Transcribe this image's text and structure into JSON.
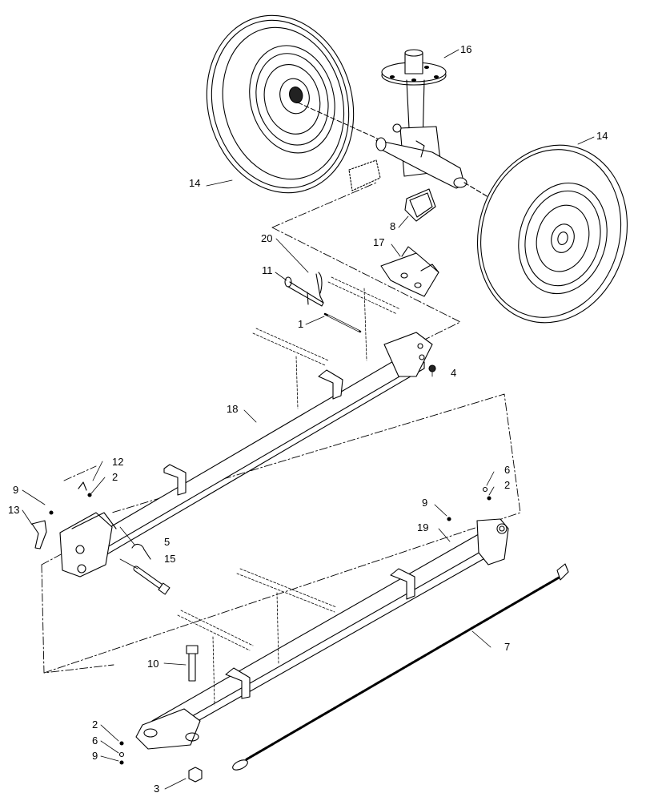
{
  "diagram": {
    "labels": {
      "l1": "1",
      "l2a": "2",
      "l2b": "2",
      "l2c": "2",
      "l3": "3",
      "l4": "4",
      "l5": "5",
      "l6a": "6",
      "l6b": "6",
      "l7": "7",
      "l8": "8",
      "l9a": "9",
      "l9b": "9",
      "l9c": "9",
      "l10": "10",
      "l11": "11",
      "l12": "12",
      "l13": "13",
      "l14a": "14",
      "l14b": "14",
      "l15": "15",
      "l16": "16",
      "l17": "17",
      "l18": "18",
      "l19": "19",
      "l20": "20"
    }
  }
}
